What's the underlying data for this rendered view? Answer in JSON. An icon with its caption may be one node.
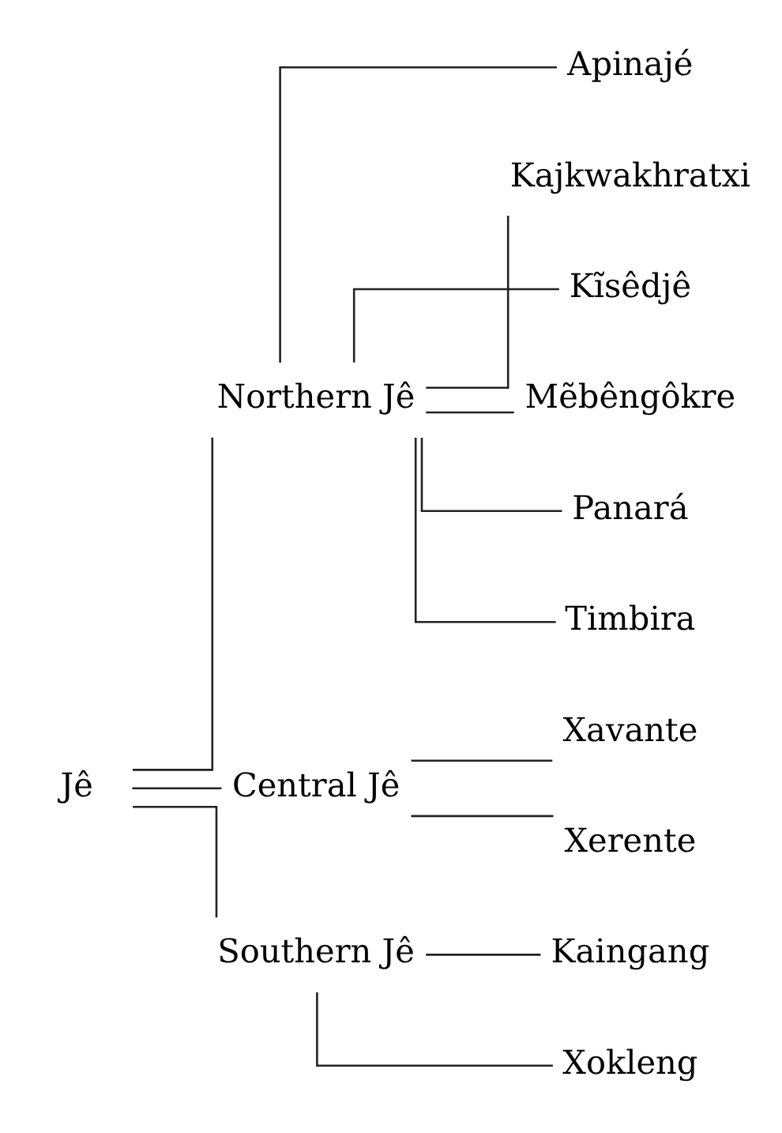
{
  "diagram": {
    "nodes": [
      {
        "text": [
          "Jê"
        ]
      },
      {
        "text": [
          "Northern Jê"
        ]
      },
      {
        "text": [
          "Central Jê"
        ]
      },
      {
        "text": [
          "Southern Jê"
        ]
      },
      {
        "text": [
          "Apinajé"
        ]
      },
      {
        "text": [
          "Kajkwakhratxi"
        ]
      },
      {
        "text": [
          "Kĩsêdjê"
        ]
      },
      {
        "text": [
          "Mẽbêngôkre"
        ]
      },
      {
        "text": [
          "Panará"
        ]
      },
      {
        "text": [
          "Timbira"
        ]
      },
      {
        "text": [
          "Xavante"
        ]
      },
      {
        "text": [
          "Xerente"
        ]
      },
      {
        "text": [
          "Kaingang"
        ]
      },
      {
        "text": [
          "Xokleng"
        ]
      }
    ],
    "edges": [
      {
        "from": 0,
        "to": 1,
        "arrow": "none"
      },
      {
        "from": 0,
        "to": 2,
        "arrow": "none"
      },
      {
        "from": 0,
        "to": 3,
        "arrow": "none"
      },
      {
        "from": 1,
        "to": 4,
        "arrow": "none"
      },
      {
        "from": 1,
        "to": 5,
        "arrow": "none"
      },
      {
        "from": 1,
        "to": 6,
        "arrow": "none"
      },
      {
        "from": 1,
        "to": 7,
        "arrow": "none"
      },
      {
        "from": 1,
        "to": 8,
        "arrow": "none"
      },
      {
        "from": 1,
        "to": 9,
        "arrow": "none"
      },
      {
        "from": 2,
        "to": 10,
        "arrow": "none"
      },
      {
        "from": 2,
        "to": 11,
        "arrow": "none"
      },
      {
        "from": 3,
        "to": 12,
        "arrow": "none"
      },
      {
        "from": 3,
        "to": 13,
        "arrow": "none"
      }
    ]
  }
}
